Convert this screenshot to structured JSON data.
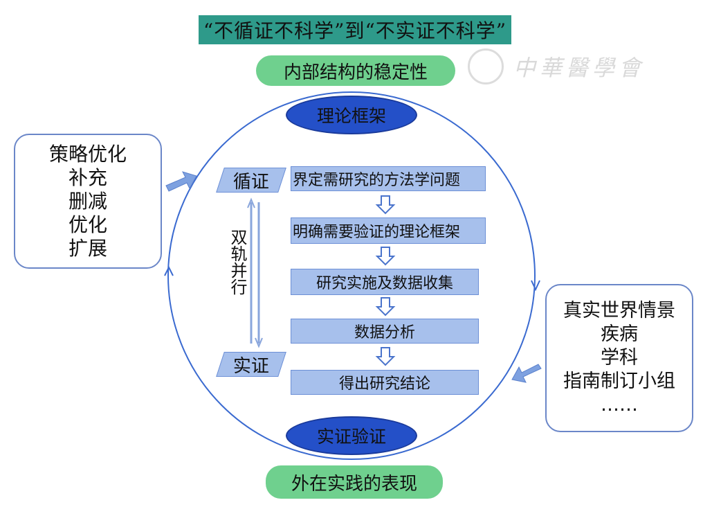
{
  "title": "“不循证不科学”到“不实证不科学”",
  "top_label": "内部结构的稳定性",
  "bottom_label": "外在实践的表现",
  "top_node": "理论框架",
  "bottom_node": "实证验证",
  "left_box": {
    "items": [
      "策略优化",
      "补充",
      "删减",
      "优化",
      "扩展"
    ]
  },
  "right_box": {
    "items": [
      "真实世界情景",
      "疾病",
      "学科",
      "指南制订小组",
      "……"
    ]
  },
  "tags": {
    "top": "循证",
    "bottom": "实证",
    "vertical": "双轨并行"
  },
  "steps": [
    "界定需研究的方法学问题",
    "明确需要验证的理论框架",
    "研究实施及数据收集",
    "数据分析",
    "得出研究结论"
  ],
  "watermark": "中華醫學會",
  "colors": {
    "title_bg": "#2e9a8a",
    "pill_green": "#6fd08e",
    "node_blue": "#2450c8",
    "step_fill": "#a7c0ec",
    "line_blue": "#3a6ad0"
  }
}
